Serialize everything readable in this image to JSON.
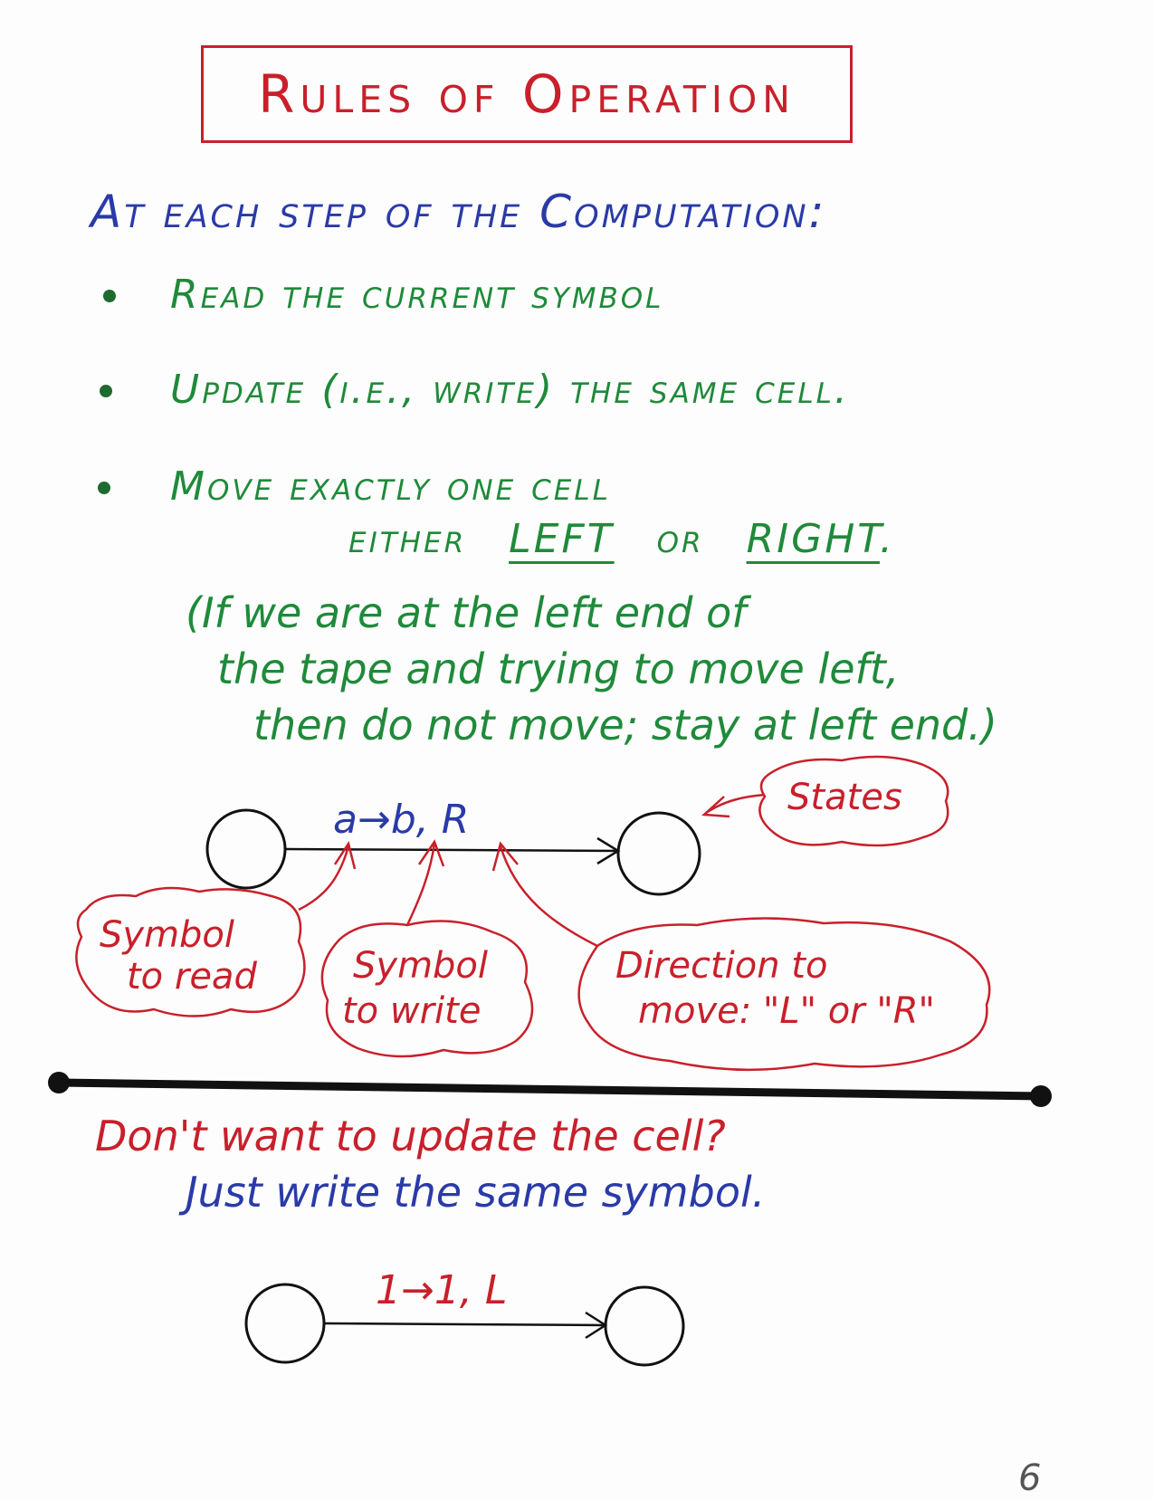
{
  "title": "Rules of Operation",
  "intro": "At each step of the Computation:",
  "bullets": [
    "Read the current symbol",
    "Update (i.e., write) the same cell.",
    "Move exactly one cell"
  ],
  "move_line2": {
    "prefix": "either",
    "left": "LEFT",
    "or": "or",
    "right": "RIGHT",
    "period": "."
  },
  "note_lines": [
    "(If we are at the left end of",
    "the tape and trying to move left,",
    "then do not move; stay at left end.)"
  ],
  "diagram1": {
    "label": "a→b, R",
    "states_callout": "States",
    "callouts": {
      "read": [
        "Symbol",
        "to read"
      ],
      "write": [
        "Symbol",
        "to write"
      ],
      "direction": [
        "Direction to",
        "move: \"L\" or \"R\""
      ]
    }
  },
  "tip": {
    "question": "Don't want to update the cell?",
    "answer": "Just write the same symbol."
  },
  "diagram2": {
    "label": "1→1, L"
  },
  "page_number": "6",
  "colors": {
    "red": "#c8202b",
    "green": "#1f8a3a",
    "blue": "#2a3aa8",
    "black": "#111111"
  }
}
